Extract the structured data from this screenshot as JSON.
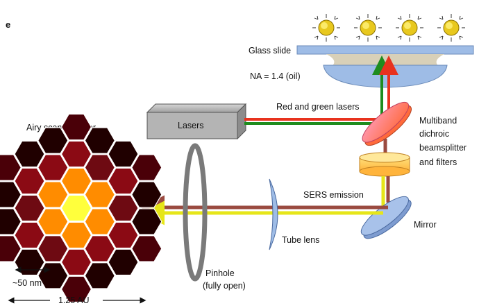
{
  "panel_label": "e",
  "labels": {
    "glass_slide": "Glass slide",
    "na": "NA = 1.4 (oil)",
    "red_green_lasers": "Red and green lasers",
    "lasers": "Lasers",
    "dichroic": [
      "Multiband",
      "dichroic",
      "beamsplitter",
      "and filters"
    ],
    "sers_emission": "SERS emission",
    "mirror": "Mirror",
    "tube_lens": "Tube lens",
    "pinhole": [
      "Pinhole",
      "(fully open)"
    ],
    "airy_detector": "Airy scan detector",
    "scale_50nm": "~50 nm",
    "scale_au": "1.25 AU"
  },
  "colors": {
    "red_beam": "#e8321e",
    "green_beam": "#1e8c1e",
    "sers_beam": "#9a4a40",
    "yellow_beam": "#e6e619",
    "hex_center": "#ffff3c",
    "hex_ring1": "#ff8c00",
    "hex_ring2": "#8b0a14",
    "hex_outer": "#200000",
    "lens_blue": "#9ebce6",
    "laser_box": "#b4b4b4"
  }
}
